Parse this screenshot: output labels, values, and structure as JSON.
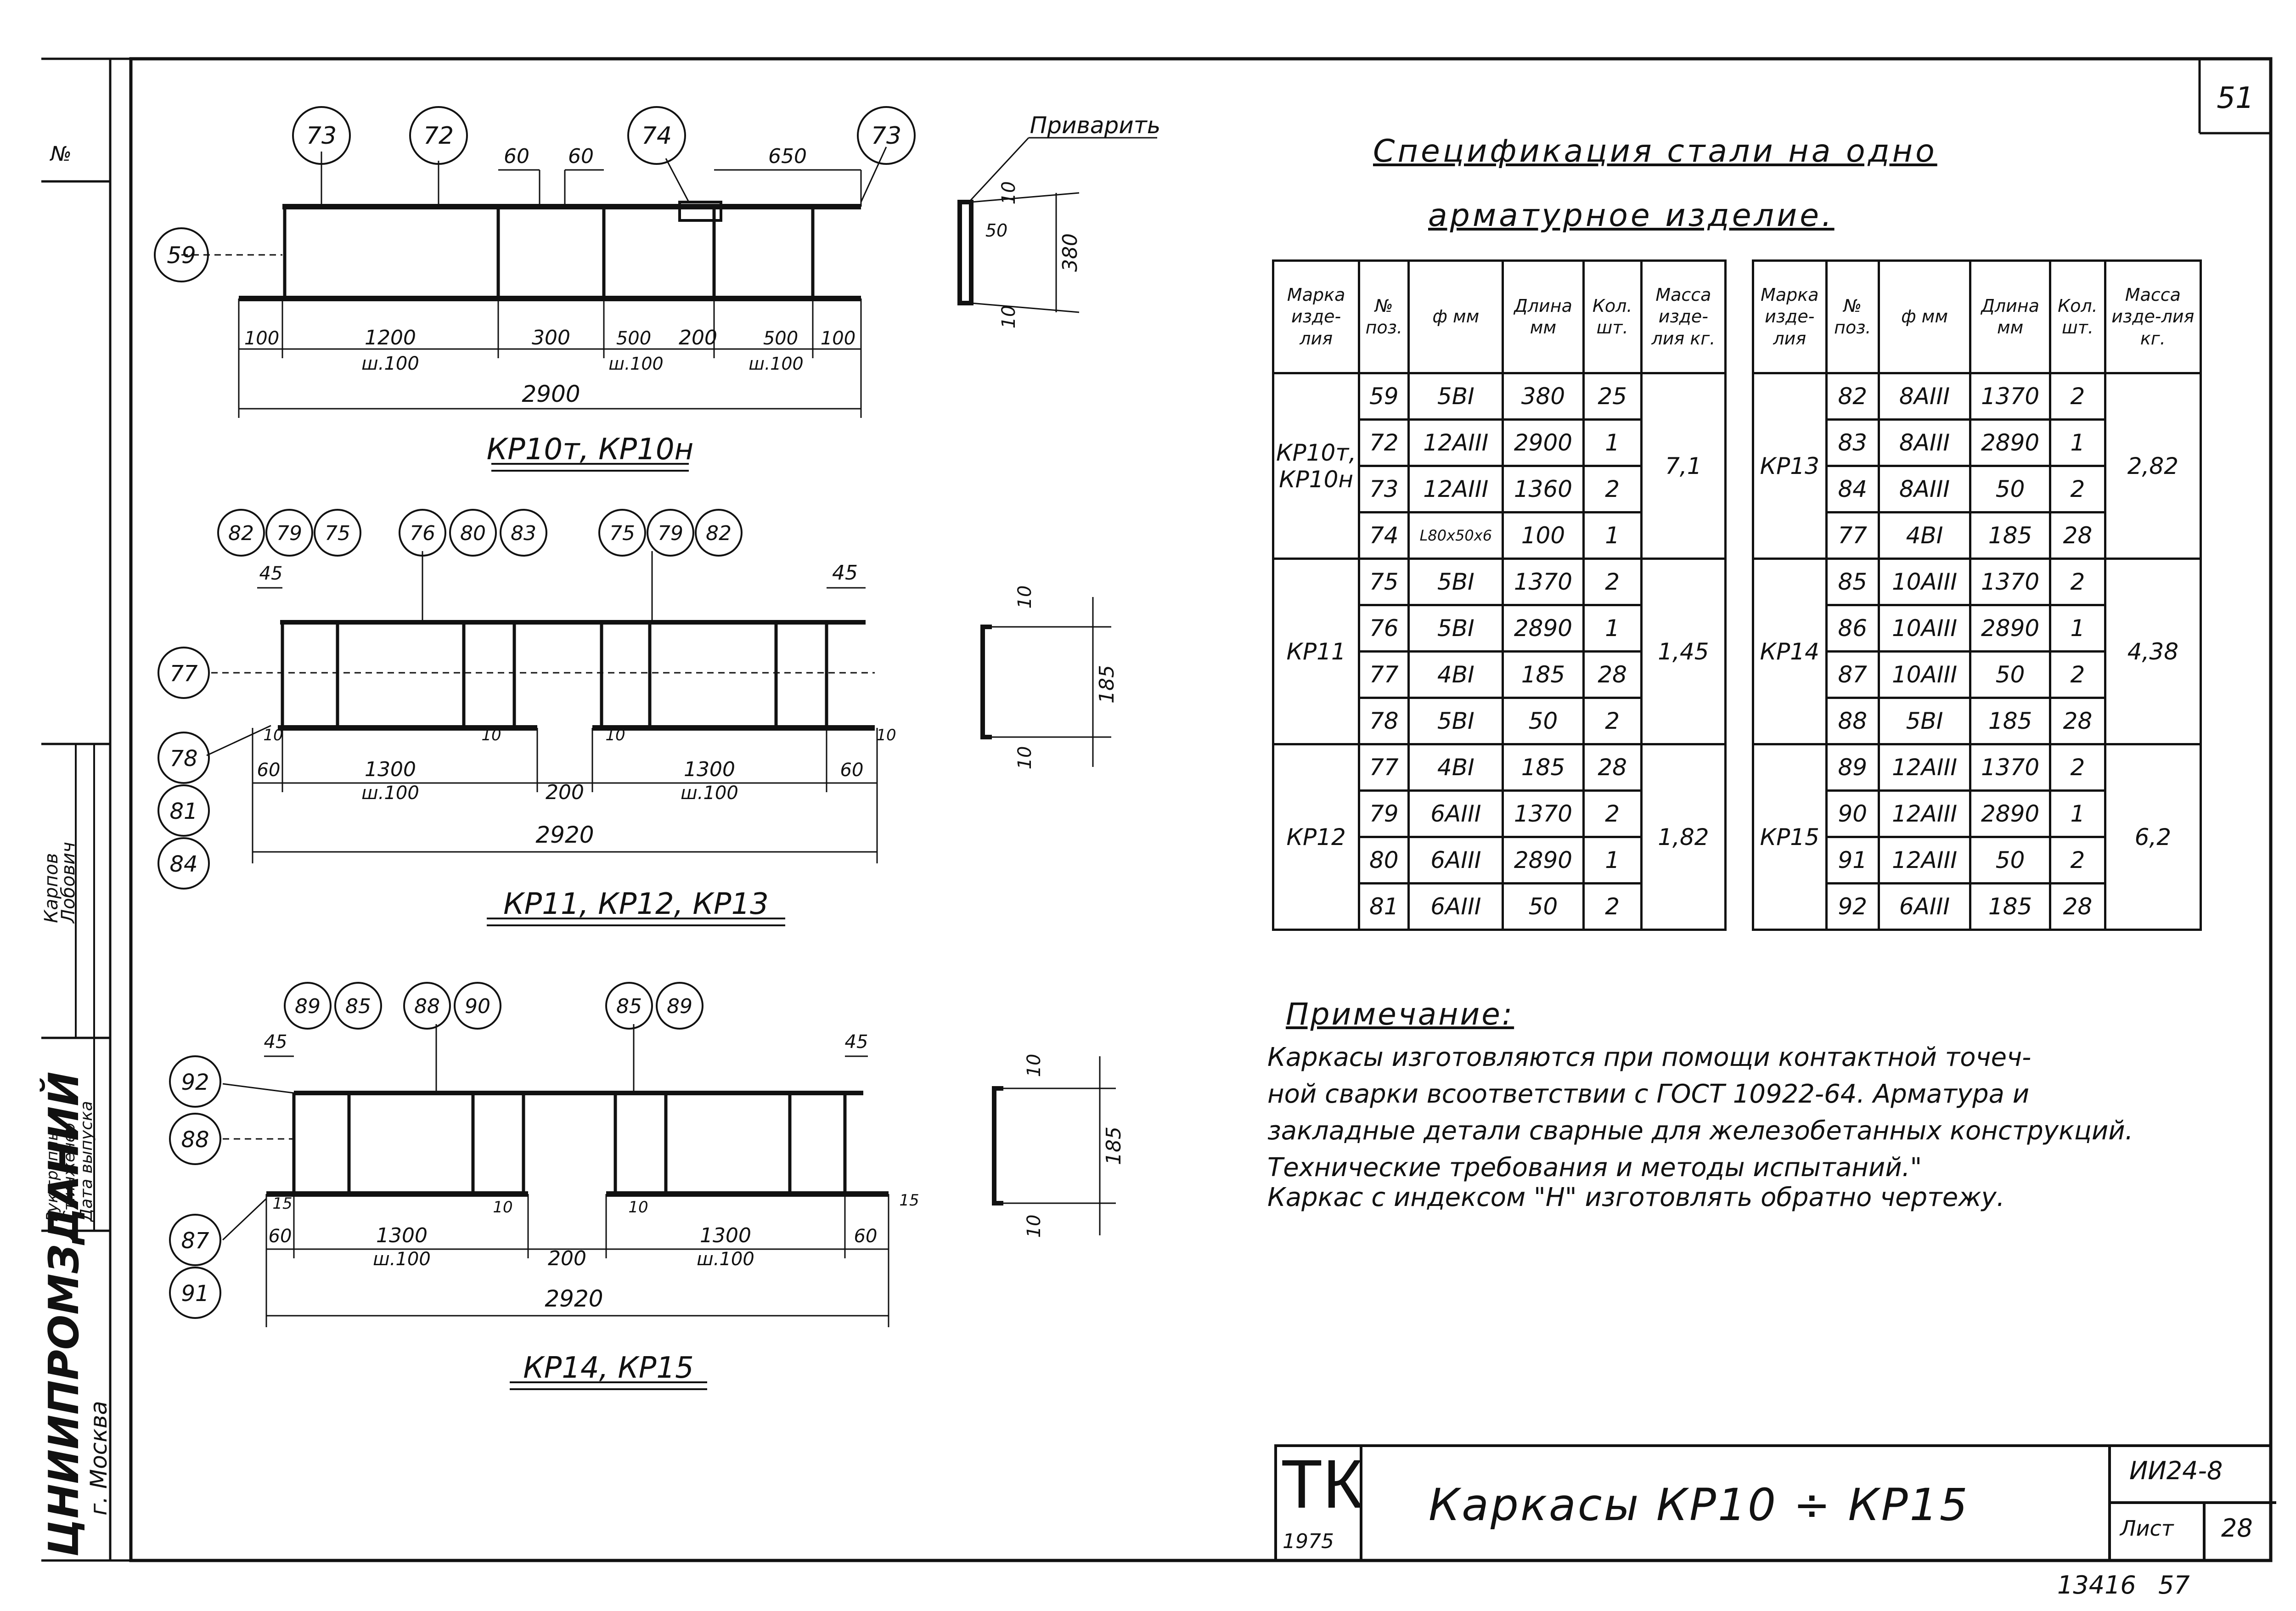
{
  "sheet": {
    "page_number": "51",
    "bottom_numbers": [
      "13416",
      "57"
    ],
    "org": "ЦНИИПРОМЗДАНИЙ",
    "city": "г. Москва",
    "side_no": "№",
    "side_roles": [
      "Рук.группы",
      "Ст.инженер",
      "Дата выпуска"
    ],
    "side_names": [
      "Карпов",
      "Лобович"
    ]
  },
  "titleblock": {
    "logo": "ТК",
    "year": "1975",
    "title": "Каркасы КР10 ÷ КР15",
    "code": "ИИ24-8",
    "sheet_label": "Лист",
    "sheet_number": "28"
  },
  "spec": {
    "title_line1": "Спецификация стали на одно",
    "title_line2": "арматурное изделие.",
    "headers": [
      "Марка изде-лия",
      "№ поз.",
      "ф мм",
      "Длина мм",
      "Кол. шт.",
      "Масса изде-лия кг."
    ],
    "left": [
      {
        "mark": "КР10т, КР10н",
        "mass": "7,1",
        "rows": [
          {
            "pos": "59",
            "dia": "5ВІ",
            "len": "380",
            "qty": "25"
          },
          {
            "pos": "72",
            "dia": "12АІІІ",
            "len": "2900",
            "qty": "1"
          },
          {
            "pos": "73",
            "dia": "12АІІІ",
            "len": "1360",
            "qty": "2"
          },
          {
            "pos": "74",
            "dia": "L80x50x6",
            "len": "100",
            "qty": "1"
          }
        ]
      },
      {
        "mark": "КР11",
        "mass": "1,45",
        "rows": [
          {
            "pos": "75",
            "dia": "5ВІ",
            "len": "1370",
            "qty": "2"
          },
          {
            "pos": "76",
            "dia": "5ВІ",
            "len": "2890",
            "qty": "1"
          },
          {
            "pos": "77",
            "dia": "4ВІ",
            "len": "185",
            "qty": "28"
          },
          {
            "pos": "78",
            "dia": "5ВІ",
            "len": "50",
            "qty": "2"
          }
        ]
      },
      {
        "mark": "КР12",
        "mass": "1,82",
        "rows": [
          {
            "pos": "77",
            "dia": "4ВІ",
            "len": "185",
            "qty": "28"
          },
          {
            "pos": "79",
            "dia": "6АІІІ",
            "len": "1370",
            "qty": "2"
          },
          {
            "pos": "80",
            "dia": "6АІІІ",
            "len": "2890",
            "qty": "1"
          },
          {
            "pos": "81",
            "dia": "6АІІІ",
            "len": "50",
            "qty": "2"
          }
        ]
      }
    ],
    "right": [
      {
        "mark": "КР13",
        "mass": "2,82",
        "rows": [
          {
            "pos": "82",
            "dia": "8АІІІ",
            "len": "1370",
            "qty": "2"
          },
          {
            "pos": "83",
            "dia": "8АІІІ",
            "len": "2890",
            "qty": "1"
          },
          {
            "pos": "84",
            "dia": "8АІІІ",
            "len": "50",
            "qty": "2"
          },
          {
            "pos": "77",
            "dia": "4ВІ",
            "len": "185",
            "qty": "28"
          }
        ]
      },
      {
        "mark": "КР14",
        "mass": "4,38",
        "rows": [
          {
            "pos": "85",
            "dia": "10АІІІ",
            "len": "1370",
            "qty": "2"
          },
          {
            "pos": "86",
            "dia": "10АІІІ",
            "len": "2890",
            "qty": "1"
          },
          {
            "pos": "87",
            "dia": "10АІІІ",
            "len": "50",
            "qty": "2"
          },
          {
            "pos": "88",
            "dia": "5ВІ",
            "len": "185",
            "qty": "28"
          }
        ]
      },
      {
        "mark": "КР15",
        "mass": "6,2",
        "rows": [
          {
            "pos": "89",
            "dia": "12АІІІ",
            "len": "1370",
            "qty": "2"
          },
          {
            "pos": "90",
            "dia": "12АІІІ",
            "len": "2890",
            "qty": "1"
          },
          {
            "pos": "91",
            "dia": "12АІІІ",
            "len": "50",
            "qty": "2"
          },
          {
            "pos": "92",
            "dia": "6АІІІ",
            "len": "185",
            "qty": "28"
          }
        ]
      }
    ]
  },
  "note": {
    "title": "Примечание:",
    "lines": [
      "Каркасы изготовляются при помощи контактной точеч-",
      "ной сварки всоответствии с ГОСТ 10922-64. Арматура и",
      "закладные детали сварные для железобетанных конструкций.",
      "Технические требования и методы испытаний.\"",
      "Каркас с индексом \"Н\" изготовлять обратно чертежу."
    ]
  },
  "drawings": {
    "d1": {
      "caption": "КР10т, КР10н",
      "weld_label": "Приварить",
      "bubbles": [
        "73",
        "72",
        "74",
        "73",
        "59"
      ],
      "dims_top": [
        "60",
        "60",
        "650"
      ],
      "dims_bottom": [
        "100",
        "1200",
        "ш.100",
        "300",
        "500",
        "ш.100",
        "200",
        "500",
        "ш.100",
        "100"
      ],
      "total": "2900",
      "section_dims": [
        "10",
        "50",
        "380",
        "10"
      ]
    },
    "d2": {
      "caption": "КР11, КР12, КР13",
      "bubbles": [
        "82",
        "79",
        "75",
        "76",
        "80",
        "83",
        "75",
        "79",
        "82",
        "77",
        "78",
        "81",
        "84"
      ],
      "dims": [
        "45",
        "45",
        "10",
        "10",
        "10",
        "10",
        "60",
        "1300",
        "ш.100",
        "200",
        "1300",
        "ш.100",
        "60"
      ],
      "total": "2920",
      "section_dims": [
        "10",
        "185",
        "10"
      ]
    },
    "d3": {
      "caption": "КР14, КР15",
      "bubbles": [
        "89",
        "85",
        "88",
        "90",
        "85",
        "89",
        "92",
        "88",
        "87",
        "91"
      ],
      "dims": [
        "45",
        "45",
        "15",
        "10",
        "10",
        "15",
        "60",
        "1300",
        "ш.100",
        "200",
        "1300",
        "ш.100",
        "60"
      ],
      "total": "2920",
      "section_dims": [
        "10",
        "185",
        "10"
      ]
    }
  }
}
